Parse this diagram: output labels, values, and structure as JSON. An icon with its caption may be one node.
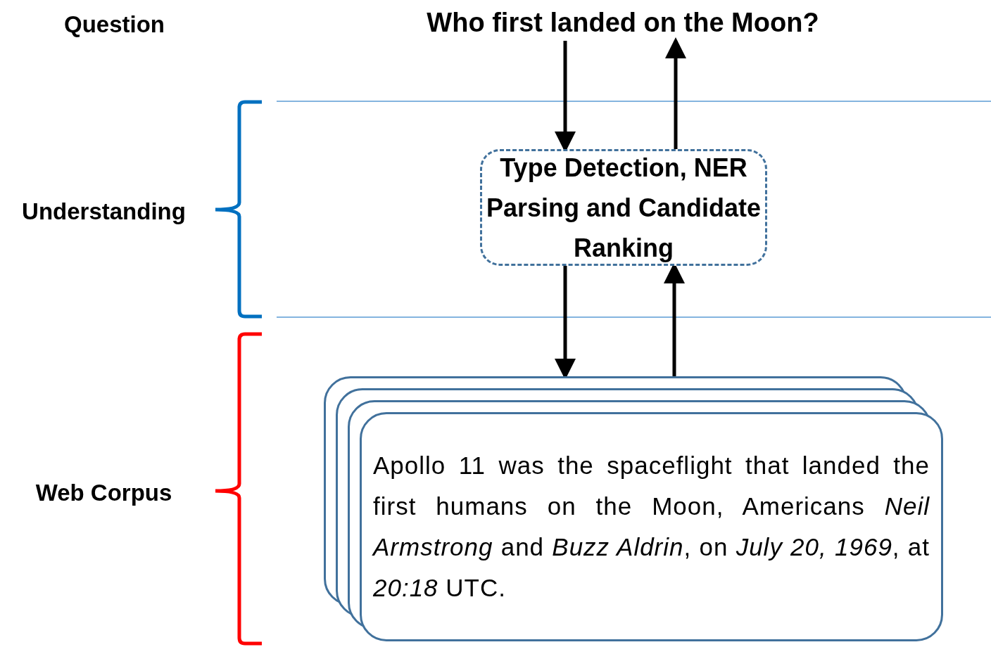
{
  "diagram": {
    "nodes": [
      {
        "text": [
          "Who first landed on the Moon?"
        ]
      },
      {
        "text": [
          "Type Detection, NER Parsing and Candidate Ranking"
        ]
      },
      {
        "text": [
          "Apollo 11 was the spaceflight that landed the first humans on the Moon, Americans *Neil Armstrong* and *Buzz Aldrin*, on *July 20, 1969*, at *20:18* UTC."
        ]
      }
    ],
    "edges": [
      {
        "from": 0,
        "to": 1,
        "arrow": "to"
      },
      {
        "from": 1,
        "to": 0,
        "arrow": "to"
      },
      {
        "from": 1,
        "to": 2,
        "arrow": "to"
      },
      {
        "from": 2,
        "to": 1,
        "arrow": "to"
      }
    ],
    "labels": [
      "Question",
      "Understanding",
      "Web Corpus"
    ]
  }
}
